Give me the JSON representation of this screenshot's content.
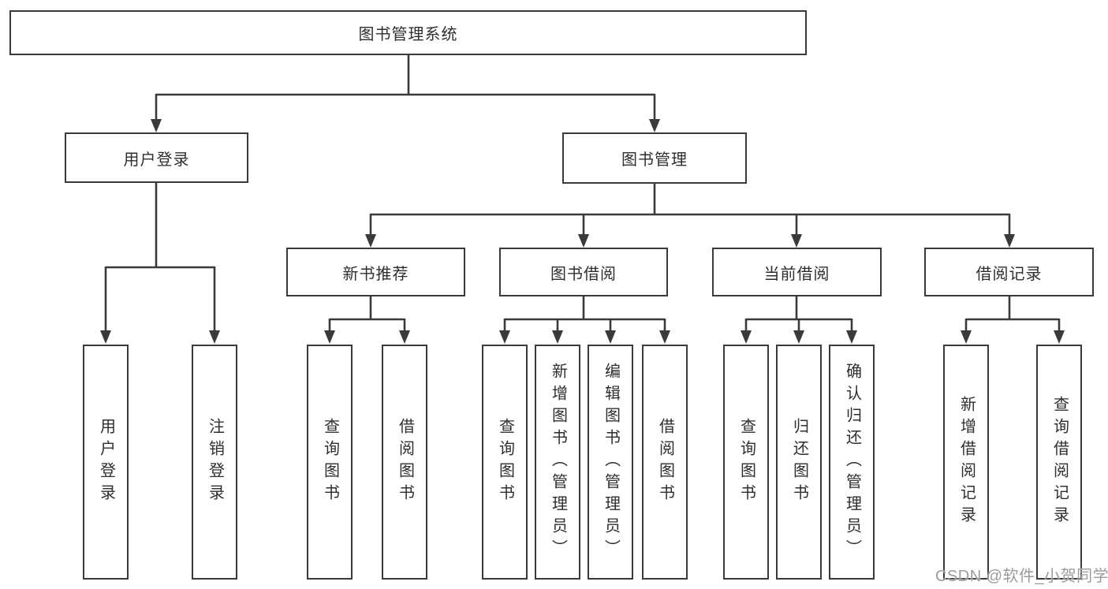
{
  "colors": {
    "line": "#3a3a3a",
    "text": "#2e2e2e",
    "watermark": "#9b9b9b",
    "background": "#ffffff"
  },
  "tree": {
    "root": "图书管理系统",
    "branches": [
      {
        "label": "用户登录",
        "children": [
          {
            "label": "用户登录"
          },
          {
            "label": "注销登录"
          }
        ]
      },
      {
        "label": "图书管理",
        "children": [
          {
            "label": "新书推荐",
            "children": [
              {
                "label": "查询图书"
              },
              {
                "label": "借阅图书"
              }
            ]
          },
          {
            "label": "图书借阅",
            "children": [
              {
                "label": "查询图书"
              },
              {
                "label": "新增图书（管理员）"
              },
              {
                "label": "编辑图书（管理员）"
              },
              {
                "label": "借阅图书"
              }
            ]
          },
          {
            "label": "当前借阅",
            "children": [
              {
                "label": "查询图书"
              },
              {
                "label": "归还图书"
              },
              {
                "label": "确认归还（管理员）"
              }
            ]
          },
          {
            "label": "借阅记录",
            "children": [
              {
                "label": "新增借阅记录"
              },
              {
                "label": "查询借阅记录"
              }
            ]
          }
        ]
      }
    ]
  },
  "watermark": {
    "text": "CSDN @软件_小贺同学"
  }
}
